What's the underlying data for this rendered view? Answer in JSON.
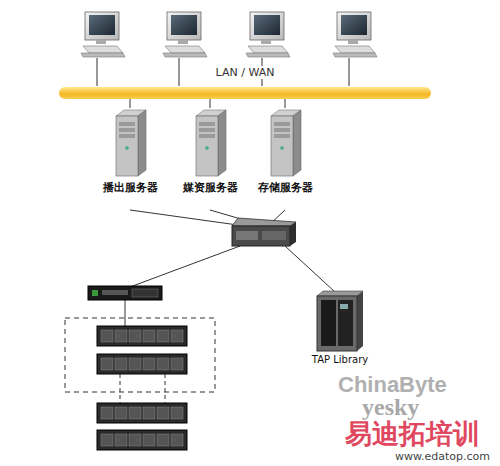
{
  "diagram": {
    "nodes": [
      {
        "text": [
          "LAN / WAN"
        ]
      },
      {
        "text": [
          "播出服务器"
        ]
      },
      {
        "text": [
          "媒资服务器"
        ]
      },
      {
        "text": [
          "存储服务器"
        ]
      },
      {
        "text": [
          "TAP Library"
        ]
      }
    ],
    "edges": [
      {
        "from": 0,
        "to": 1,
        "arrow": "none"
      },
      {
        "from": 0,
        "to": 2,
        "arrow": "none"
      },
      {
        "from": 0,
        "to": 3,
        "arrow": "none"
      }
    ],
    "labels": [
      "ChinaByte",
      "yesky",
      "易迪拓培训",
      "www.edatop.com"
    ]
  }
}
